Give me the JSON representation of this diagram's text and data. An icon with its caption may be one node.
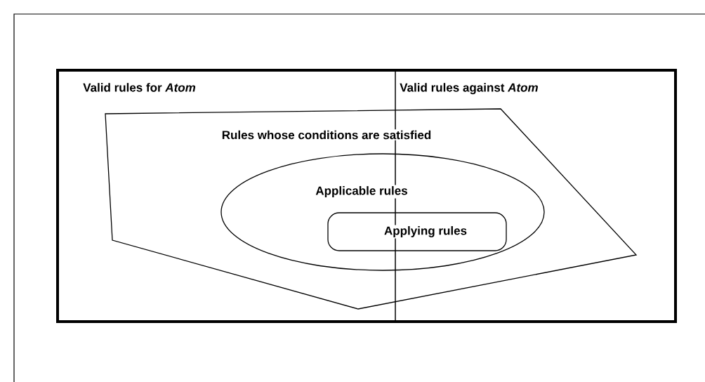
{
  "diagram": {
    "nodes": [
      {
        "text": [],
        "shape": "box"
      },
      {
        "text": [
          "Rules whose conditions are satisfied"
        ],
        "in": 0
      },
      {
        "text": [
          "Applicable rules"
        ],
        "in": 1
      },
      {
        "text": [
          "Applying rules"
        ],
        "in": 2
      }
    ],
    "labels": [
      "Valid rules for *Atom*",
      "Valid rules against *Atom*"
    ]
  }
}
